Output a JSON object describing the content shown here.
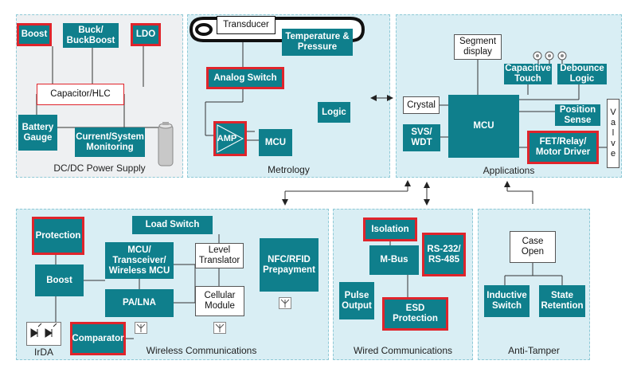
{
  "panels": {
    "power": "DC/DC Power Supply",
    "metrology": "Metrology",
    "applications": "Applications",
    "wireless": "Wireless Communications",
    "wired": "Wired Communications",
    "tamper": "Anti-Tamper"
  },
  "power": {
    "boost": "Boost",
    "buck": "Buck/\nBuckBoost",
    "ldo": "LDO",
    "capacitor": "Capacitor/HLC",
    "battery": "Battery\nGauge",
    "current": "Current/System\nMonitoring"
  },
  "metrology": {
    "transducer": "Transducer",
    "temp": "Temperature &\nPressure",
    "analog_switch": "Analog Switch",
    "logic": "Logic",
    "amp": "AMP",
    "mcu": "MCU"
  },
  "applications": {
    "segment": "Segment\ndisplay",
    "capacitive": "Capacitive\nTouch",
    "debounce": "Debounce\nLogic",
    "crystal": "Crystal",
    "mcu": "MCU",
    "position": "Position\nSense",
    "valve": "V\na\nl\nv\ne",
    "svs": "SVS/\nWDT",
    "fet": "FET/Relay/\nMotor Driver"
  },
  "wireless": {
    "load_switch": "Load Switch",
    "protection": "Protection",
    "mcu": "MCU/\nTransceiver/\nWireless MCU",
    "level": "Level\nTranslator",
    "nfc": "NFC/RFID\nPrepayment",
    "boost": "Boost",
    "pa": "PA/LNA",
    "cellular": "Cellular\nModule",
    "irda": "IrDA",
    "comparator": "Comparator"
  },
  "wired": {
    "isolation": "Isolation",
    "rs": "RS-232/\nRS-485",
    "mbus": "M-Bus",
    "pulse": "Pulse\nOutput",
    "esd": "ESD\nProtection"
  },
  "tamper": {
    "case": "Case\nOpen",
    "inductive": "Inductive\nSwitch",
    "state": "State\nRetention"
  },
  "colors": {
    "block": "#0f7f8c",
    "highlight": "#e0242b",
    "panel_blue": "#d9eef4",
    "panel_grey": "#eef0f2"
  },
  "icons": [
    "antenna-icon",
    "diode-icon",
    "button-icon",
    "battery-icon"
  ]
}
